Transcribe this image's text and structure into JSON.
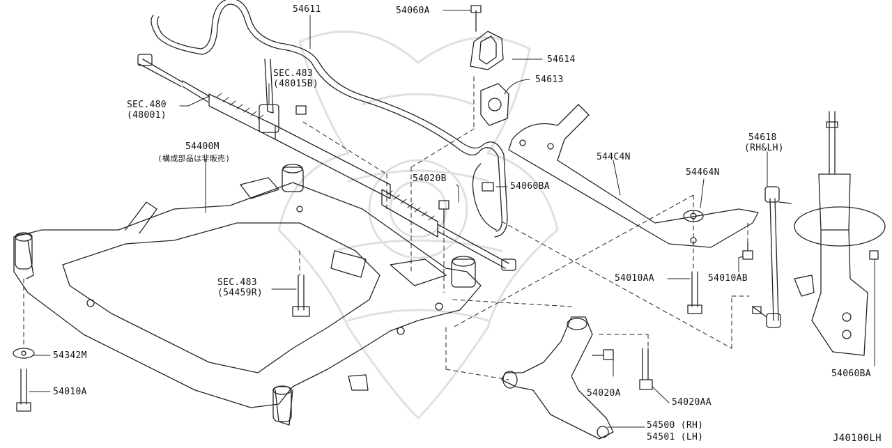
{
  "diagram": {
    "code": "J40100LH",
    "labels": {
      "p54611": "54611",
      "p54060A": "54060A",
      "p54614": "54614",
      "p54613": "54613",
      "sec483a": "SEC.483",
      "sec483a_sub": "(48015B)",
      "sec480": "SEC.480",
      "sec480_sub": "(48001)",
      "p54400M": "54400M",
      "p54400M_note": "(構成部品は非販売)",
      "p54020B": "54020B",
      "p54060BA_top": "54060BA",
      "p544C4N": "544C4N",
      "p54464N": "54464N",
      "p54618": "54618",
      "p54618_sub": "(RH&LH)",
      "sec483b": "SEC.483",
      "sec483b_sub": "(54459R)",
      "p54010AA": "54010AA",
      "p54010AB": "54010AB",
      "p54342M": "54342M",
      "p54010A": "54010A",
      "p54020A": "54020A",
      "p54020AA": "54020AA",
      "p54500": "54500 (RH)",
      "p54501": "54501 (LH)",
      "p54060BA_right": "54060BA"
    }
  }
}
